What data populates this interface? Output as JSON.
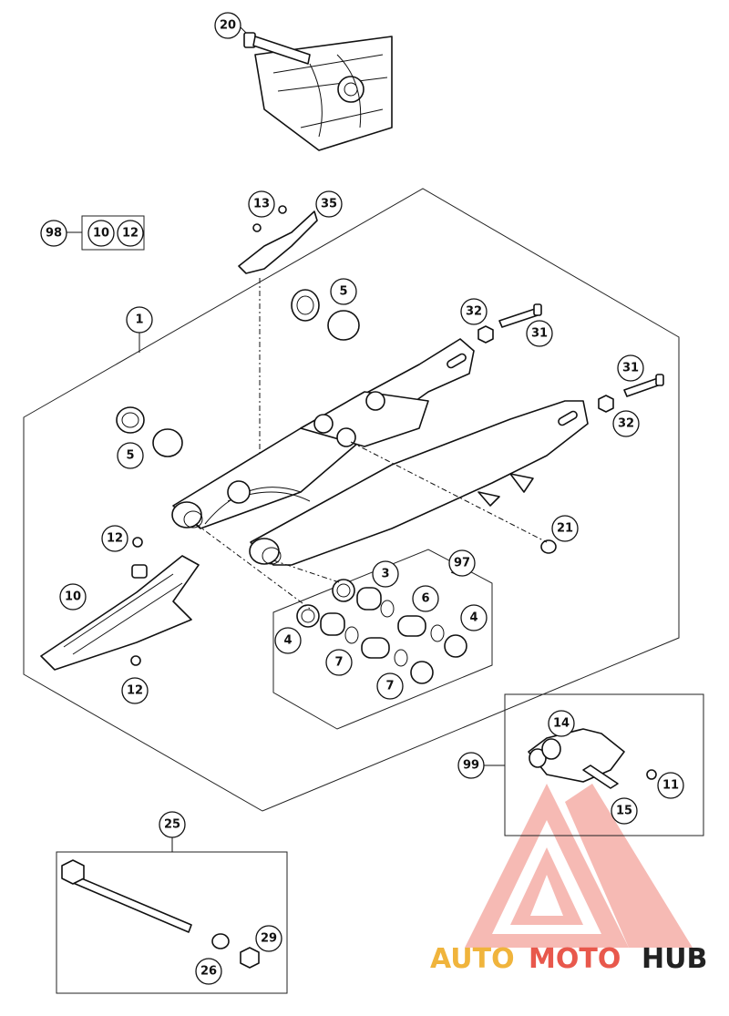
{
  "callouts": {
    "c20": "20",
    "c98": "98",
    "c98a": "10",
    "c98b": "12",
    "c13": "13",
    "c35": "35",
    "c5a": "5",
    "c5b": "5",
    "c1": "1",
    "c32a": "32",
    "c31a": "31",
    "c31b": "31",
    "c32b": "32",
    "c21": "21",
    "c12a": "12",
    "c10": "10",
    "c12b": "12",
    "c3": "3",
    "c97": "97",
    "c6": "6",
    "c4a": "4",
    "c4b": "4",
    "c7a": "7",
    "c7b": "7",
    "c14": "14",
    "c99": "99",
    "c11": "11",
    "c15": "15",
    "c25": "25",
    "c29": "29",
    "c26": "26"
  },
  "watermark": {
    "part1": "AUTO",
    "part2": "MOTO",
    "part3": "HUB",
    "colors": {
      "auto": "#f0b43c",
      "moto": "#e8584c",
      "hub": "#222222",
      "logo": "#f08880"
    }
  }
}
